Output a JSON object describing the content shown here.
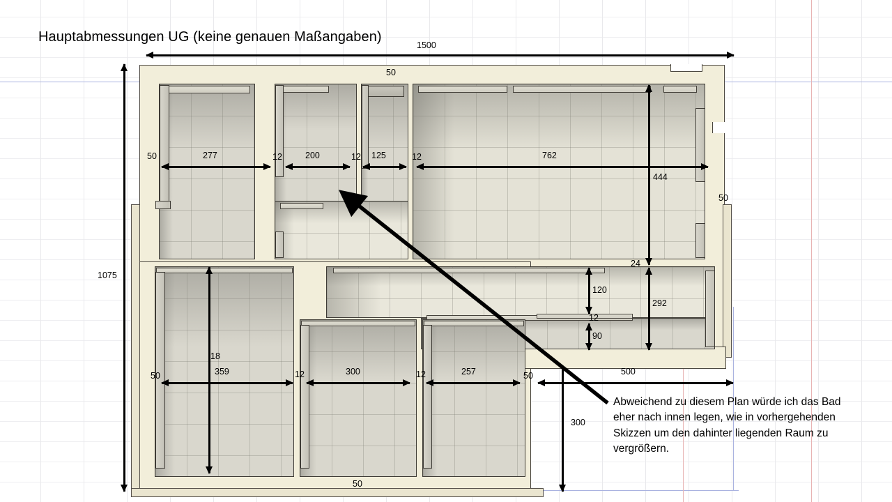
{
  "title": "Hauptabmessungen UG (keine genauen Maßangaben)",
  "annotation": "Abweichend zu diesem Plan würde ich das Bad eher nach innen legen, wie in vorhergehenden Skizzen um den dahinter liegenden Raum zu vergrößern.",
  "colors": {
    "wall": "#f2eeda",
    "wall_dark": "#eae5cf",
    "floor": "#d9d7cd",
    "outline": "#3f3c36",
    "dimension": "#000000",
    "grid": "#e9e9ec",
    "guide_blue": "#a9b2e0",
    "guide_red": "#e8b4b4"
  },
  "dimensions": {
    "overall_width": "1500",
    "overall_height": "1075",
    "wall_top": "50",
    "wall_left_upper": "50",
    "wall_left_lower": "50",
    "wall_right": "50",
    "wall_bottom": "50",
    "row_top": [
      "277",
      "12",
      "200",
      "12",
      "125",
      "12",
      "762"
    ],
    "row_bottom": [
      "359",
      "12",
      "300",
      "12",
      "257"
    ],
    "right_depth": "444",
    "right_lower": "292",
    "gap_24": "24",
    "seg_120": "120",
    "seg_12": "12",
    "seg_90": "90",
    "left_vert": "18",
    "step_left": "50",
    "step_width": "500",
    "step_depth": "300",
    "bottom_wall": "50"
  },
  "labels": {
    "d1500": "1500",
    "d1075": "1075",
    "d50_top": "50",
    "d50_left_a": "50",
    "d50_left_b": "50",
    "d50_right": "50",
    "d50_bottom": "50",
    "d50_step": "50",
    "d277": "277",
    "d12_a": "12",
    "d200": "200",
    "d12_b": "12",
    "d125": "125",
    "d12_c": "12",
    "d762": "762",
    "d444": "444",
    "d24": "24",
    "d120": "120",
    "d12_mid": "12",
    "d90": "90",
    "d292": "292",
    "d18": "18",
    "d359": "359",
    "d12_d": "12",
    "d300": "300",
    "d12_e": "12",
    "d257": "257",
    "d500": "500",
    "d300v": "300"
  }
}
